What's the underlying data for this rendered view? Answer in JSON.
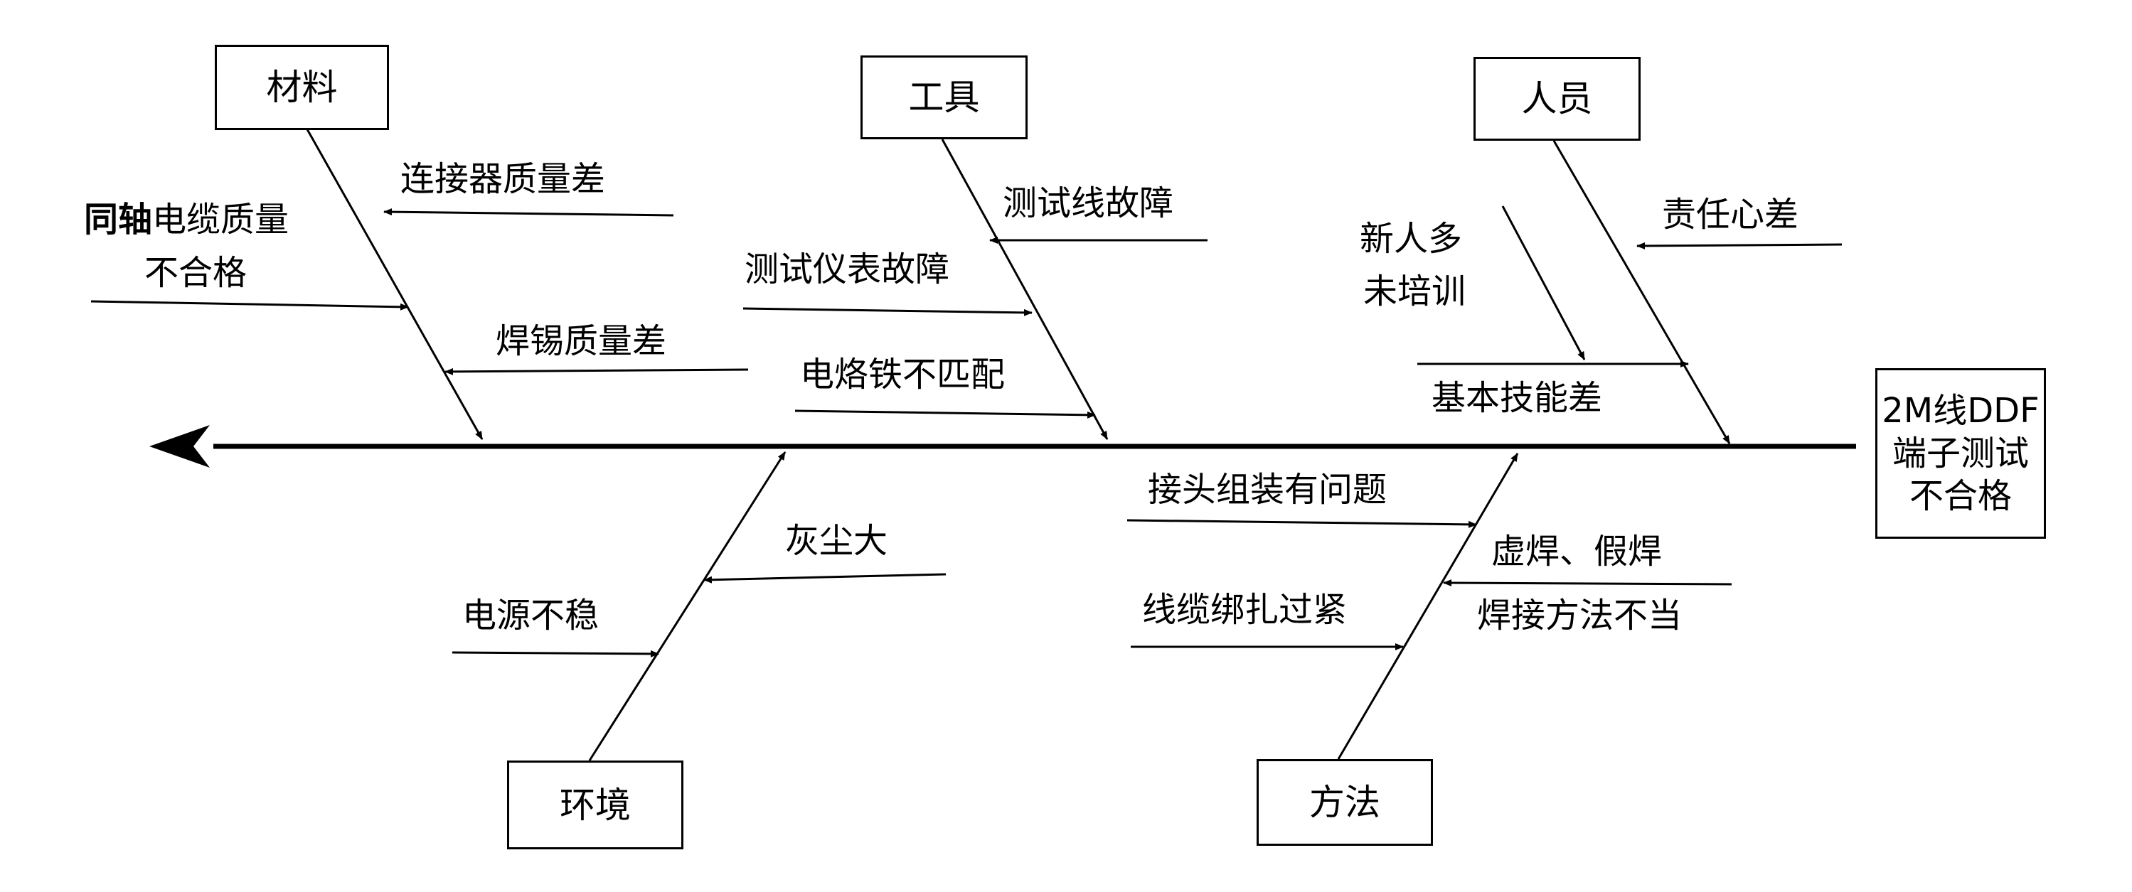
{
  "effect": {
    "lines": [
      "2M线DDF",
      "端子测试",
      "不合格"
    ]
  },
  "categories": {
    "materials": {
      "label": "材料"
    },
    "tools": {
      "label": "工具"
    },
    "personnel": {
      "label": "人员"
    },
    "environment": {
      "label": "环境"
    },
    "method": {
      "label": "方法"
    }
  },
  "causes": {
    "materials": {
      "connector_quality": "连接器质量差",
      "coax_bold": "同轴",
      "coax_rest": "电缆质量",
      "coax_line2": "不合格",
      "solder_quality": "焊锡质量差"
    },
    "tools": {
      "test_wire_fault": "测试线故障",
      "meter_fault": "测试仪表故障",
      "iron_mismatch": "电烙铁不匹配"
    },
    "personnel": {
      "responsibility": "责任心差",
      "new_staff_line1": "新人多",
      "new_staff_line2": "未培训",
      "basic_skills": "基本技能差"
    },
    "environment": {
      "dust": "灰尘大",
      "power_unstable": "电源不稳"
    },
    "method": {
      "joint_assembly": "接头组装有问题",
      "cable_binding": "线缆绑扎过紧",
      "cold_solder": "虚焊、假焊",
      "solder_method": "焊接方法不当"
    }
  }
}
